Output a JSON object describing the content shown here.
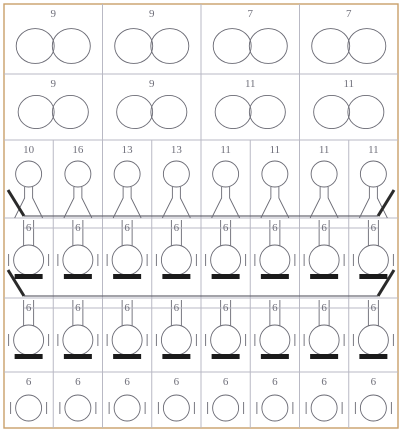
{
  "rows": [
    {
      "id": "pair-row-1",
      "kind": "pair",
      "labels": [
        "9",
        "9",
        "7",
        "7"
      ]
    },
    {
      "id": "pair-row-2",
      "kind": "pair",
      "labels": [
        "9",
        "9",
        "11",
        "11"
      ]
    },
    {
      "id": "tall-row",
      "kind": "tall",
      "labels": [
        "10",
        "16",
        "13",
        "13",
        "11",
        "11",
        "11",
        "11"
      ]
    },
    {
      "id": "flask-row-1",
      "kind": "flask",
      "labels": [
        "6",
        "6",
        "6",
        "6",
        "6",
        "6",
        "6",
        "6"
      ]
    },
    {
      "id": "flask-row-2",
      "kind": "flask",
      "labels": [
        "6",
        "6",
        "6",
        "6",
        "6",
        "6",
        "6",
        "6"
      ]
    },
    {
      "id": "small-row",
      "kind": "small",
      "labels": [
        "6",
        "6",
        "6",
        "6",
        "6",
        "6",
        "6",
        "6"
      ]
    }
  ],
  "colors": {
    "grid": "#b9b9c4",
    "ink": "#6a6a74",
    "frame": "#c9a06a",
    "base": "#1a1a1a",
    "shelf": "#2a2a2a"
  }
}
